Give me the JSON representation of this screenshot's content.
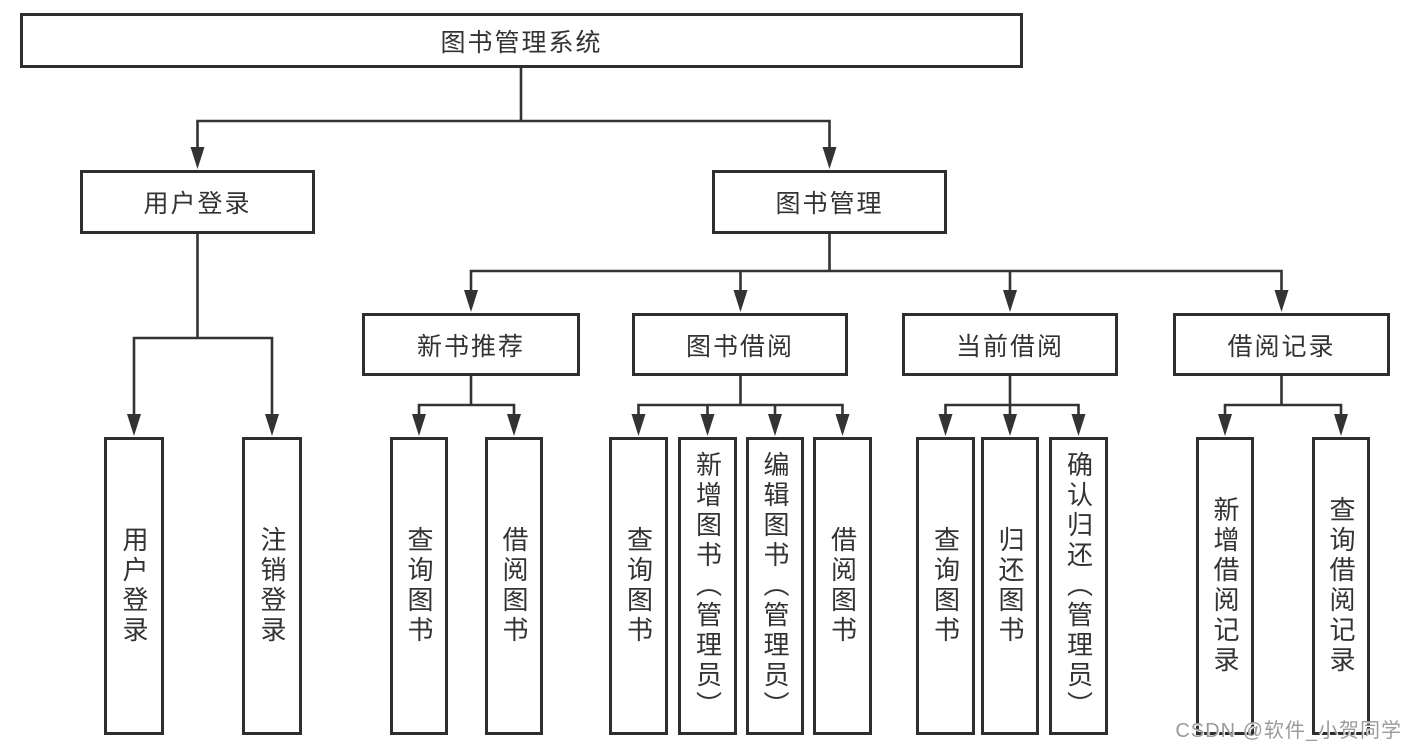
{
  "diagram": {
    "title": "图书管理系统",
    "root": {
      "label": "图书管理系统"
    },
    "level2": [
      {
        "id": "user-login",
        "label": "用户登录"
      },
      {
        "id": "book-management",
        "label": "图书管理"
      }
    ],
    "level3": [
      {
        "id": "new-book-recommend",
        "label": "新书推荐",
        "parent": "图书管理"
      },
      {
        "id": "book-borrowing",
        "label": "图书借阅",
        "parent": "图书管理"
      },
      {
        "id": "current-borrowing",
        "label": "当前借阅",
        "parent": "图书管理"
      },
      {
        "id": "borrowing-records",
        "label": "借阅记录",
        "parent": "图书管理"
      }
    ],
    "leaves": [
      {
        "id": "leaf-user-login",
        "label": "用户登录",
        "parent": "用户登录"
      },
      {
        "id": "leaf-logout",
        "label": "注销登录",
        "parent": "用户登录"
      },
      {
        "id": "leaf-query-books-1",
        "label": "查询图书",
        "parent": "新书推荐"
      },
      {
        "id": "leaf-borrow-book-1",
        "label": "借阅图书",
        "parent": "新书推荐"
      },
      {
        "id": "leaf-query-books-2",
        "label": "查询图书",
        "parent": "图书借阅"
      },
      {
        "id": "leaf-add-book-admin",
        "label": "新增图书（管理员）",
        "parent": "图书借阅"
      },
      {
        "id": "leaf-edit-book-admin",
        "label": "编辑图书（管理员）",
        "parent": "图书借阅"
      },
      {
        "id": "leaf-borrow-book-2",
        "label": "借阅图书",
        "parent": "图书借阅"
      },
      {
        "id": "leaf-query-books-3",
        "label": "查询图书",
        "parent": "当前借阅"
      },
      {
        "id": "leaf-return-book",
        "label": "归还图书",
        "parent": "当前借阅"
      },
      {
        "id": "leaf-confirm-return-admin",
        "label": "确认归还（管理员）",
        "parent": "当前借阅"
      },
      {
        "id": "leaf-add-borrow-record",
        "label": "新增借阅记录",
        "parent": "借阅记录"
      },
      {
        "id": "leaf-query-borrow-record",
        "label": "查询借阅记录",
        "parent": "借阅记录"
      }
    ]
  },
  "watermark": "CSDN @软件_小贺同学",
  "colors": {
    "line": "#333333",
    "box_border": "#2e2e2e",
    "text": "#333333",
    "background": "#ffffff",
    "watermark": "#9b9b9b"
  }
}
